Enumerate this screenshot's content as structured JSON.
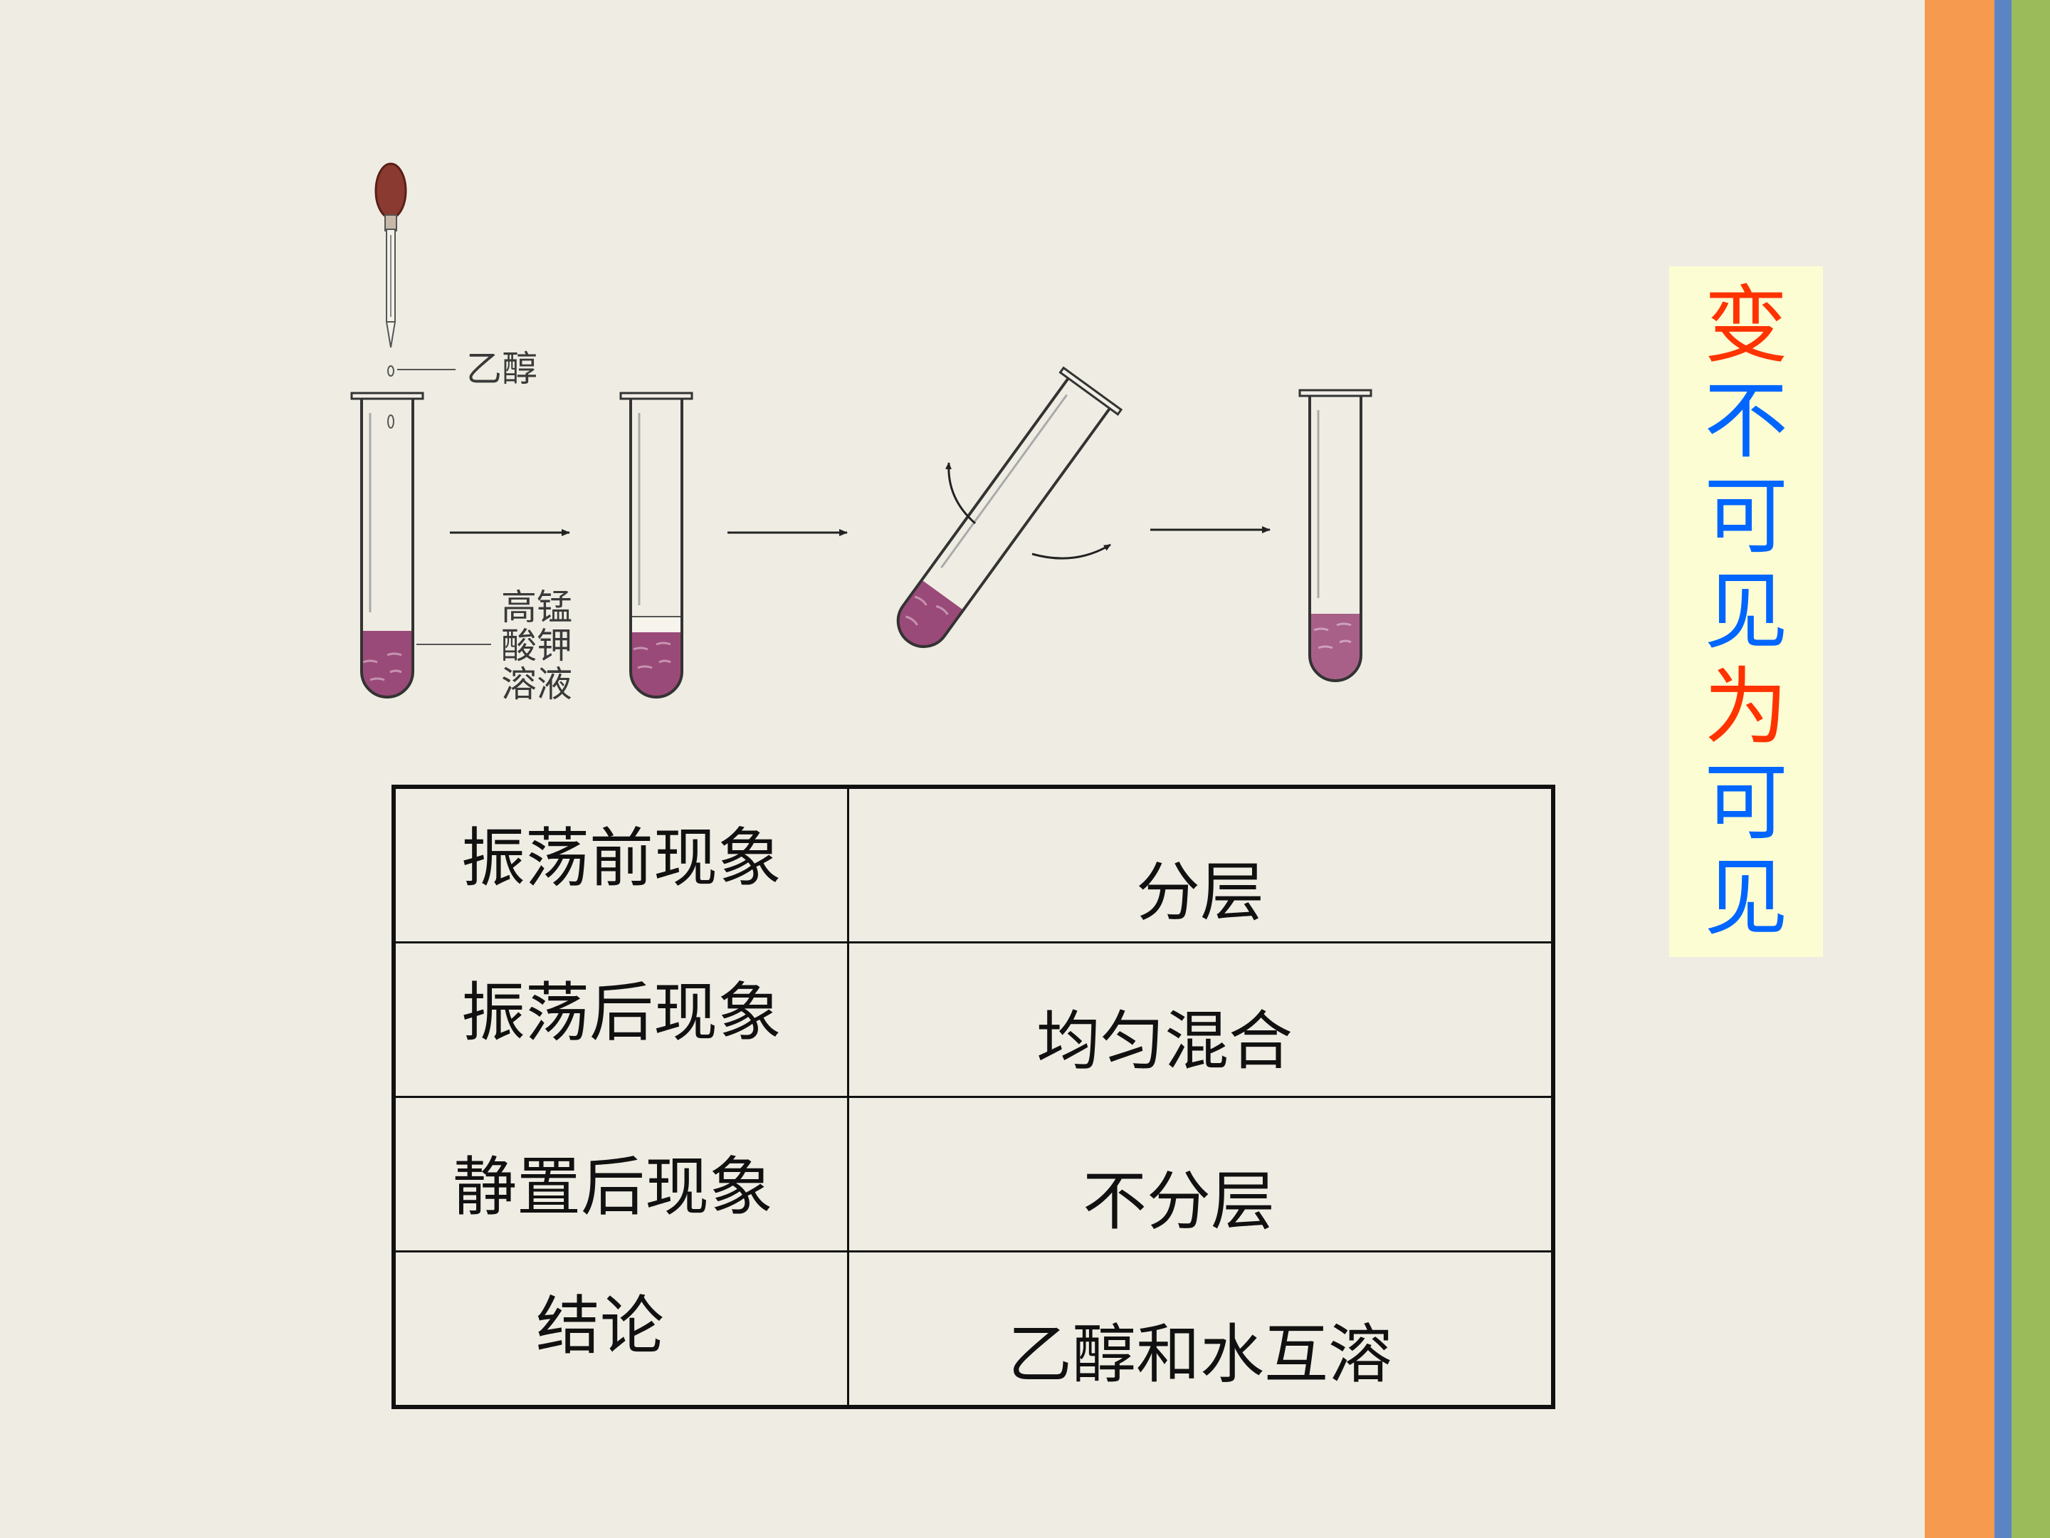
{
  "diagram": {
    "labels": {
      "dropper_liquid": "乙醇",
      "reagent_line1": "高锰",
      "reagent_line2": "酸钾",
      "reagent_line3": "溶液"
    }
  },
  "table": {
    "rows": [
      {
        "key": "振荡前现象",
        "value": "分层"
      },
      {
        "key": "振荡后现象",
        "value": "均匀混合"
      },
      {
        "key": "静置后现象",
        "value": "不分层"
      },
      {
        "key": "结论",
        "value": "乙醇和水互溶"
      }
    ]
  },
  "slogan": {
    "chars": [
      {
        "char": "变",
        "color": "#ff3300"
      },
      {
        "char": "不",
        "color": "#0066ff"
      },
      {
        "char": "可",
        "color": "#0066ff"
      },
      {
        "char": "见",
        "color": "#0066ff"
      },
      {
        "char": "为",
        "color": "#ff3300"
      },
      {
        "char": "可",
        "color": "#0066ff"
      },
      {
        "char": "见",
        "color": "#0066ff"
      }
    ]
  },
  "colors": {
    "liquid": "#9a4a78",
    "liquid_light": "#b97a98",
    "bulb": "#8a3a30"
  }
}
